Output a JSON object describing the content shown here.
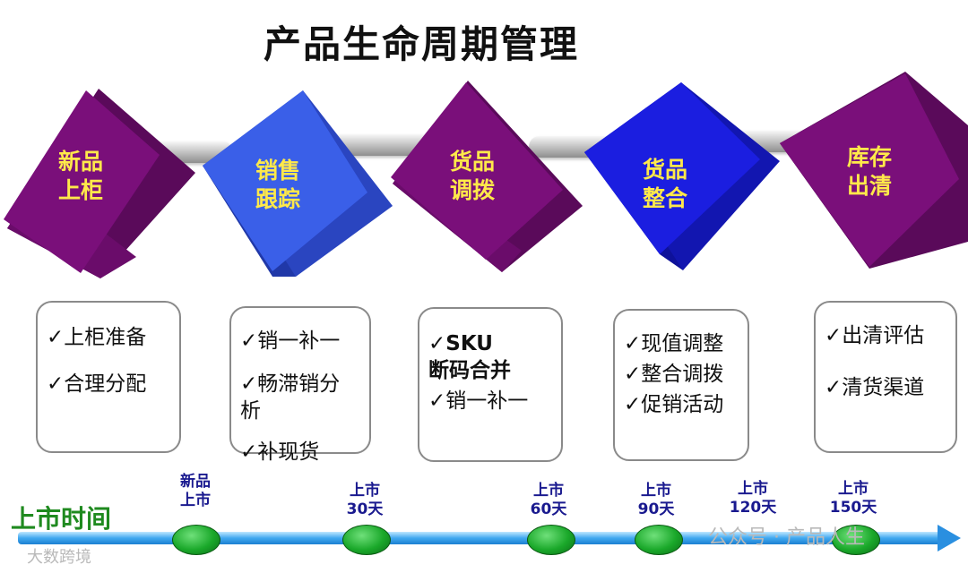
{
  "title": "产品生命周期管理",
  "stages": [
    {
      "label": "新品\n上柜",
      "color": "purple"
    },
    {
      "label": "销售\n跟踪",
      "color": "blue"
    },
    {
      "label": "货品\n调拨",
      "color": "purple"
    },
    {
      "label": "货品\n整合",
      "color": "deepblue"
    },
    {
      "label": "库存\n出清",
      "color": "purple"
    }
  ],
  "cards": [
    {
      "items": [
        "✓上柜准备",
        "✓合理分配"
      ]
    },
    {
      "items": [
        "✓销一补一",
        "✓畅滞销分析",
        "✓补现货"
      ]
    },
    {
      "items": [
        "✓SKU\n断码合并",
        "✓销一补一"
      ]
    },
    {
      "items": [
        "✓现值调整",
        "✓整合调拨",
        "✓促销活动"
      ]
    },
    {
      "items": [
        "✓出清评估",
        "✓清货渠道"
      ]
    }
  ],
  "timeline": {
    "label": "上市时间",
    "milestones": [
      "新品\n上市",
      "上市\n30天",
      "上市\n60天",
      "上市\n90天",
      "上市\n120天",
      "上市\n150天"
    ]
  },
  "watermarks": {
    "left": "大数跨境",
    "right": "公众号 · 产品人生"
  },
  "colors": {
    "purple": "#7a0f7a",
    "blue": "#3a5fe8",
    "deepblue": "#1b1ee0",
    "label_yellow": "#ffe94a",
    "timeline_green": "#1f8a1f",
    "milestone_navy": "#1a1a8f"
  }
}
